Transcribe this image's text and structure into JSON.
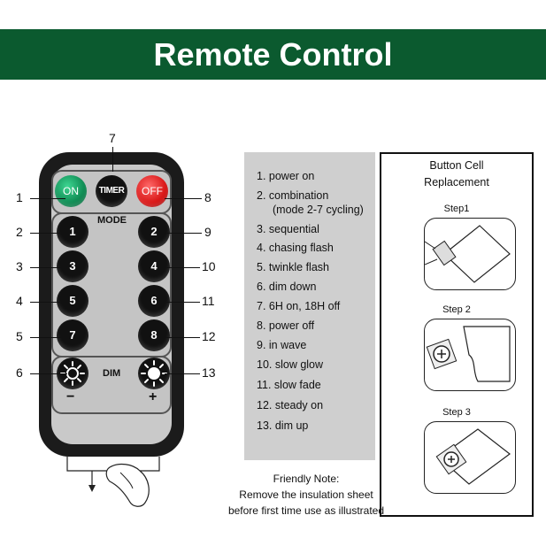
{
  "banner": {
    "title": "Remote Control"
  },
  "remote": {
    "top_buttons": {
      "on": "ON",
      "timer": "TIMER",
      "off": "OFF"
    },
    "mode_label": "MODE",
    "dim_label": "DIM",
    "minus": "−",
    "plus": "+",
    "left_buttons": [
      "1",
      "3",
      "5",
      "7"
    ],
    "right_buttons": [
      "2",
      "4",
      "6",
      "8"
    ],
    "callouts": {
      "top": "7",
      "left": [
        "1",
        "2",
        "3",
        "4",
        "5",
        "6"
      ],
      "right": [
        "8",
        "9",
        "10",
        "11",
        "12",
        "13"
      ]
    }
  },
  "functions": [
    "1. power on",
    "2. combination",
    "(mode 2-7 cycling)",
    "3. sequential",
    "4. chasing flash",
    "5. twinkle flash",
    "6. dim down",
    "7. 6H on, 18H off",
    "8. power off",
    "9. in wave",
    "10. slow glow",
    "11. slow fade",
    "12. steady on",
    "13. dim up"
  ],
  "note": {
    "heading": "Friendly Note:",
    "line1": "Remove the insulation sheet",
    "line2": "before first time use as illustrated"
  },
  "replacement": {
    "title_line1": "Button Cell",
    "title_line2": "Replacement",
    "steps": [
      "Step1",
      "Step 2",
      "Step 3"
    ]
  }
}
